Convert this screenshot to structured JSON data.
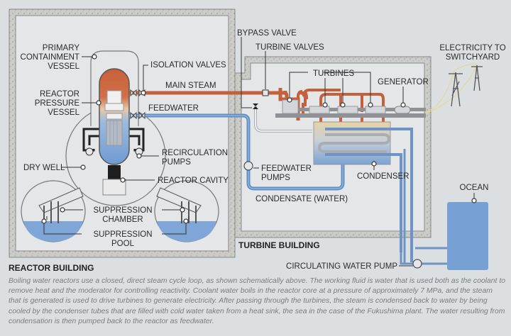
{
  "labels": {
    "primary_containment_vessel": [
      "PRIMARY",
      "CONTAINMENT",
      "VESSEL"
    ],
    "isolation_valves": "ISOLATION VALVES",
    "main_steam": "MAIN STEAM",
    "reactor_pressure_vessel": [
      "REACTOR",
      "PRESSURE",
      "VESSEL"
    ],
    "feedwater": "FEEDWATER",
    "recirculation_pumps": [
      "RECIRCULATION",
      "PUMPS"
    ],
    "dry_well": "DRY WELL",
    "reactor_cavity": "REACTOR CAVITY",
    "suppression_chamber": [
      "SUPPRESSION",
      "CHAMBER"
    ],
    "suppression_pool": [
      "SUPPRESSION",
      "POOL"
    ],
    "reactor_building": "REACTOR BUILDING",
    "bypass_valve": "BYPASS VALVE",
    "turbine_valves": "TURBINE VALVES",
    "turbines": "TURBINES",
    "generator": "GENERATOR",
    "electricity_to_switchyard": [
      "ELECTRICITY TO",
      "SWITCHYARD"
    ],
    "feedwater_pumps": [
      "FEEDWATER",
      "PUMPS"
    ],
    "condenser": "CONDENSER",
    "condensate": "CONDENSATE (WATER)",
    "ocean": "OCEAN",
    "turbine_building": "TURBINE BUILDING",
    "circulating_water_pump": "CIRCULATING WATER PUMP"
  },
  "caption": "Boiling water reactors use a closed, direct steam cycle loop, as shown schematically above. The working fluid is water that is used both as the coolant to remove heat and the moderator for controlling reactivity. Coolant water boils in the reactor core at a pressure of approximately 7 MPa, and the steam that is generated is used to drive turbines to generate electricity. After passing through the turbines, the steam is condensed back to water by being cooled by the condenser tubes that are filled with cold water taken from a heat sink, the sea in the case of the Fukushima plant. The water resulting from condensation is then pumped back to the reactor as feedwater.",
  "colors": {
    "steam": "#c4613d",
    "water": "#5f8fc2",
    "concrete": "#c9c9c6",
    "background": "#dcdfe2"
  }
}
